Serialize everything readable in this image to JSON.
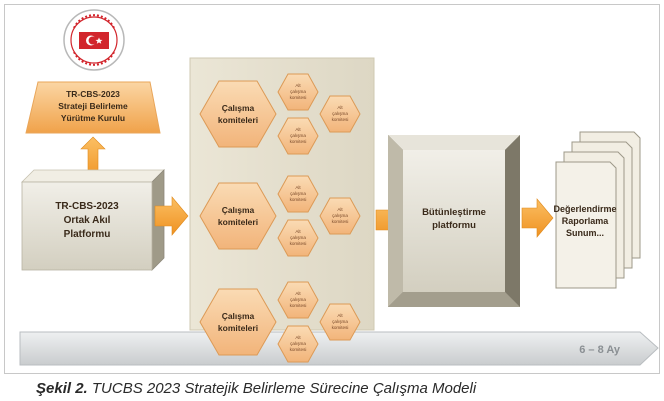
{
  "emblem": {
    "ring_text": "TÜRKİYE CUMHURİYETİ · BELEDİYE BAŞKANLIĞI",
    "role": "seal"
  },
  "steering": {
    "line1": "TR-CBS-2023",
    "line2": "Strateji Belirleme",
    "line3": "Yürütme Kurulu"
  },
  "platform": {
    "line1": "TR-CBS-2023",
    "line2": "Ortak Akıl",
    "line3": "Platformu"
  },
  "committees": [
    {
      "line1": "Çalışma",
      "line2": "komiteleri"
    },
    {
      "line1": "Çalışma",
      "line2": "komiteleri"
    },
    {
      "line1": "Çalışma",
      "line2": "komiteleri"
    }
  ],
  "subcommittee": {
    "line1": "Alt",
    "line2": "çalışma",
    "line3": "komitesi"
  },
  "integration": {
    "line1": "Bütünleştirme",
    "line2": "platformu"
  },
  "evaluation": {
    "line1": "Değerlendirme",
    "line2": "Raporlama",
    "line3": "Sunum..."
  },
  "timeline": {
    "label": "6 – 8 Ay"
  },
  "caption": {
    "prefix": "Şekil 2.",
    "text": " TUCBS 2023 Stratejik Belirleme Sürecine Çalışma Modeli"
  },
  "colors": {
    "orange": "#f4a43c",
    "orange_light": "#f7c07c",
    "beige": "#e7e2d2",
    "grey_box": "#cfcbbd",
    "timeline": "#d9dbdc"
  }
}
